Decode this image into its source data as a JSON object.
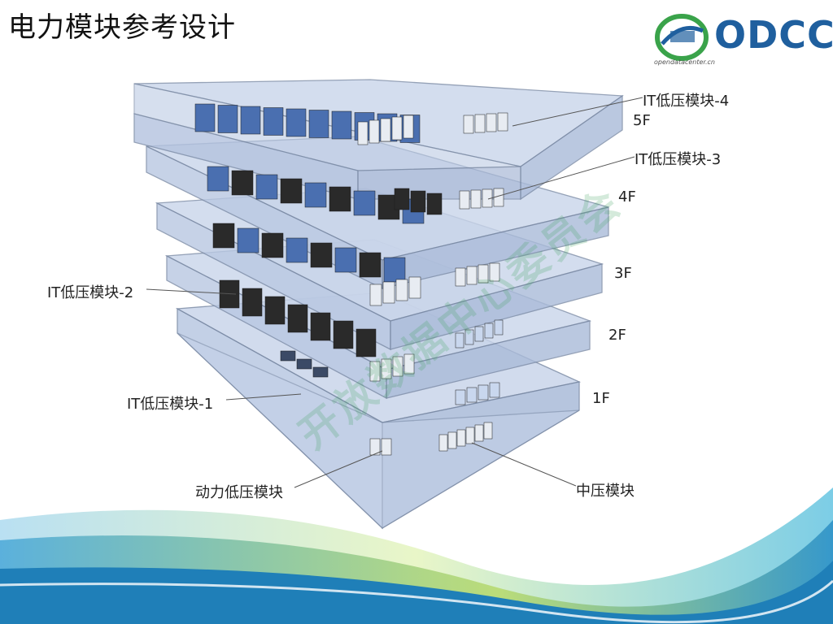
{
  "slide": {
    "title": "电力模块参考设计"
  },
  "logo": {
    "text": "ODCC",
    "url": "opendatacenter.cn"
  },
  "watermark": {
    "text": "开放数据中心委员会"
  },
  "labels": {
    "it_module_4": "IT低压模块-4",
    "it_module_3": "IT低压模块-3",
    "it_module_2": "IT低压模块-2",
    "it_module_1": "IT低压模块-1",
    "power_module": "动力低压模块",
    "mv_module": "中压模块"
  },
  "floors": {
    "f5": "5F",
    "f4": "4F",
    "f3": "3F",
    "f2": "2F",
    "f1": "1F"
  },
  "colors": {
    "slab_fill": "#c9d5ea",
    "slab_edge": "#7b8ba6",
    "rack_dark": "#2a2a2a",
    "rack_blue": "#4a6fb0",
    "logo_blue": "#1f5f9e",
    "logo_green": "#3aa34a"
  }
}
